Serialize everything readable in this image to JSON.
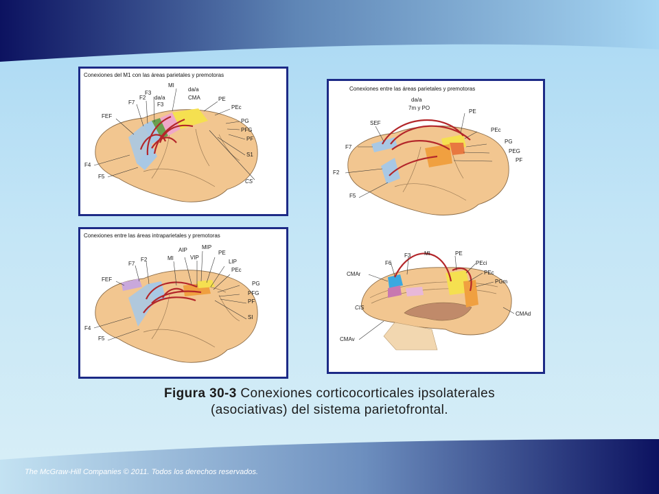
{
  "panel_a": {
    "title": "Conexiones del M1 con las áreas parietales y premotoras",
    "labels": {
      "MI": "MI",
      "da_a_top": "da/a",
      "F3_top": "F3",
      "CMA": "CMA",
      "F2": "F2",
      "da_a_mid": "da/a",
      "F3_mid": "F3",
      "PE": "PE",
      "F7": "F7",
      "PEc": "PEc",
      "FEF": "FEF",
      "PG": "PG",
      "PFG": "PFG",
      "PF": "PF",
      "S1": "S1",
      "F4": "F4",
      "F5": "F5",
      "CS": "CS"
    }
  },
  "panel_b": {
    "title": "Conexiones entre las áreas intraparietales y premotoras",
    "labels": {
      "MIP": "MIP",
      "AIP": "AIP",
      "PE": "PE",
      "MI": "MI",
      "VIP": "VIP",
      "F2": "F2",
      "LIP": "LIP",
      "F7": "F7",
      "PEc": "PEc",
      "FEF": "FEF",
      "PG": "PG",
      "PFG": "PFG",
      "PF": "PF",
      "SI": "SI",
      "F4": "F4",
      "F5": "F5"
    }
  },
  "panel_c": {
    "title": "Conexiones entre las áreas parietales y premotoras",
    "labels": {
      "da_a": "da/a",
      "m7_PO": "7m y PO",
      "PE": "PE",
      "SEF": "SEF",
      "PEc": "PEc",
      "PG": "PG",
      "F7": "F7",
      "PEG": "PEG",
      "PF": "PF",
      "F2": "F2",
      "F5": "F5",
      "MI": "MI",
      "PE_med": "PE",
      "F3": "F3",
      "F6": "F6",
      "PEci": "PEci",
      "CMAr": "CMAr",
      "PEc_med": "PEc",
      "PGm": "PGm",
      "CIS": "CIS",
      "CMAd": "CMAd",
      "CMAv": "CMAv"
    }
  },
  "caption": {
    "figure_label": "Figura 30-3",
    "text_line1": " Conexiones corticocorticales ipsolaterales",
    "text_line2": "(asociativas)  del sistema parietofrontal."
  },
  "copyright": "The McGraw-Hill  Companies © 2011.  Todos los derechos reservados.",
  "colors": {
    "brain": "#f2c690",
    "premotor_blue": "#a8c8e4",
    "motor_green": "#6aa050",
    "pink": "#efa8c8",
    "yellow": "#f5e050",
    "orange": "#f0a040",
    "arrow": "#b3262a",
    "panel_border": "#1c2a86",
    "banner_dark": "#0c1260"
  }
}
